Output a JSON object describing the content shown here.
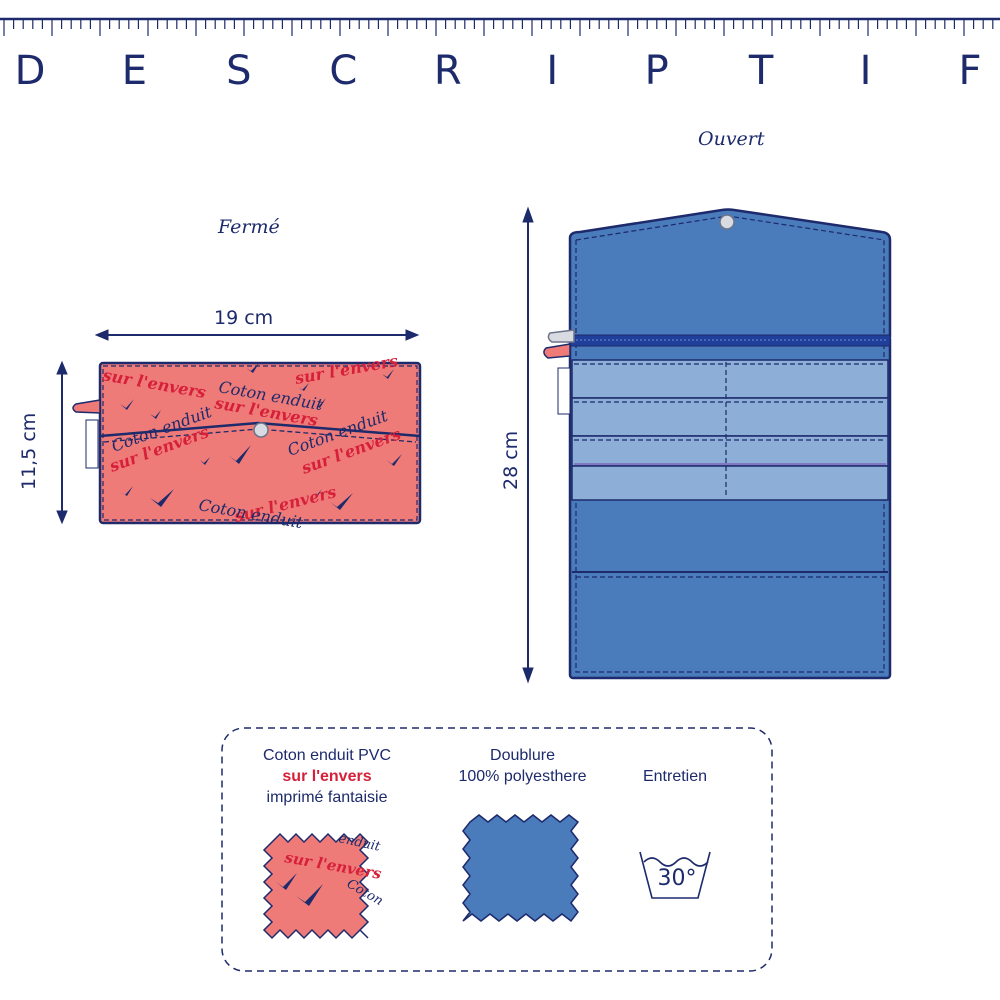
{
  "header": {
    "title_letters": [
      "D",
      "E",
      "S",
      "C",
      "R",
      "I",
      "P",
      "T",
      "I",
      "F"
    ]
  },
  "closed_view": {
    "label": "Fermé",
    "width_label": "19 cm",
    "height_label": "11,5 cm",
    "pattern_text_1": "Coton enduit",
    "pattern_text_2": "sur l'envers",
    "fabric_color": "#ef7b78"
  },
  "open_view": {
    "label": "Ouvert",
    "height_label": "28 cm",
    "body_color": "#4a7bbb",
    "card_slot_color": "#8daed6"
  },
  "legend": {
    "material_line1": "Coton enduit  PVC",
    "material_line2": "sur l'envers",
    "material_line3": "imprimé fantaisie",
    "lining_line1": "Doublure",
    "lining_line2": "100% polyesthere",
    "care_label": "Entretien",
    "wash_temp": "30°",
    "swatch_text_1": "sur l'envers",
    "swatch_text_2": "Coton"
  }
}
